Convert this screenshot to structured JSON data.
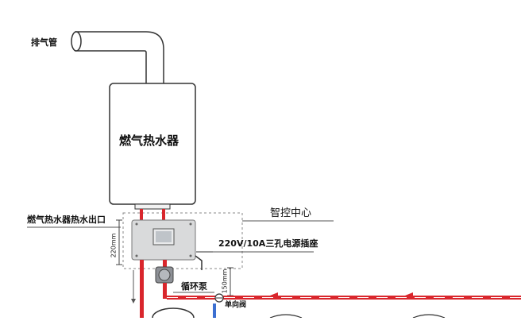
{
  "labels": {
    "exhaust_pipe": "排气管",
    "gas_water_heater": "燃气热水器",
    "heater_hot_water_outlet": "燃气热水器热水出口",
    "smart_control_center": "智控中心",
    "power_socket": "220V/10A三孔电源插座",
    "circulation_pump": "循环泵",
    "check_valve": "单向阀"
  },
  "dimensions": {
    "height_220": "220mm",
    "height_150": "150mm"
  },
  "colors": {
    "hot_pipe": "#d9262c",
    "cold_pipe": "#3b6fd1",
    "outline": "#333333",
    "control_panel": "#d9dadb",
    "dashed_frame": "#888888"
  },
  "icons": {
    "exhaust": "exhaust-pipe-icon",
    "heater": "water-heater-icon",
    "controller": "control-box-icon",
    "pump": "pump-icon",
    "valve": "check-valve-icon",
    "tank": "tank-icon"
  }
}
